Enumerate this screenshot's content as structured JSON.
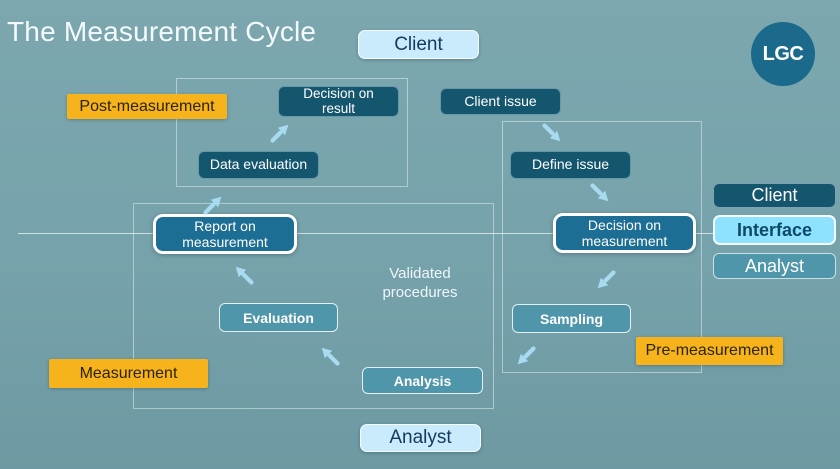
{
  "slide": {
    "title": "The Measurement Cycle",
    "logo_text": "LGC",
    "client_label_top": "Client",
    "analyst_label_bottom": "Analyst",
    "validated_note": "Validated procedures"
  },
  "phases": {
    "post": "Post-measurement",
    "measurement": "Measurement",
    "pre": "Pre-measurement"
  },
  "nodes": {
    "decision_on_result": "Decision on result",
    "data_evaluation": "Data evaluation",
    "client_issue": "Client issue",
    "define_issue": "Define issue",
    "report_on_measurement": "Report on measurement",
    "decision_on_measurement": "Decision on measurement",
    "evaluation": "Evaluation",
    "sampling": "Sampling",
    "analysis": "Analysis"
  },
  "legend": {
    "client": "Client",
    "interface": "Interface",
    "analyst": "Analyst"
  },
  "icons": {
    "logo": "lgc-logo",
    "arrows": [
      "arrow-up-right",
      "arrow-up-right",
      "arrow-up-left",
      "arrow-up-left",
      "arrow-down-right",
      "arrow-down-right",
      "arrow-down-left",
      "arrow-down-left"
    ]
  },
  "colors": {
    "background": "#76a2ab",
    "dark_node": "#15566f",
    "interface_node": "#1d6e94",
    "analyst_node": "#4f96aa",
    "client_chip": "#c9ebfb",
    "interface_chip": "#8ee2fe",
    "phase_orange": "#f6b31b",
    "arrow": "#a8daf0",
    "logo_circle": "#1b6a8c"
  }
}
